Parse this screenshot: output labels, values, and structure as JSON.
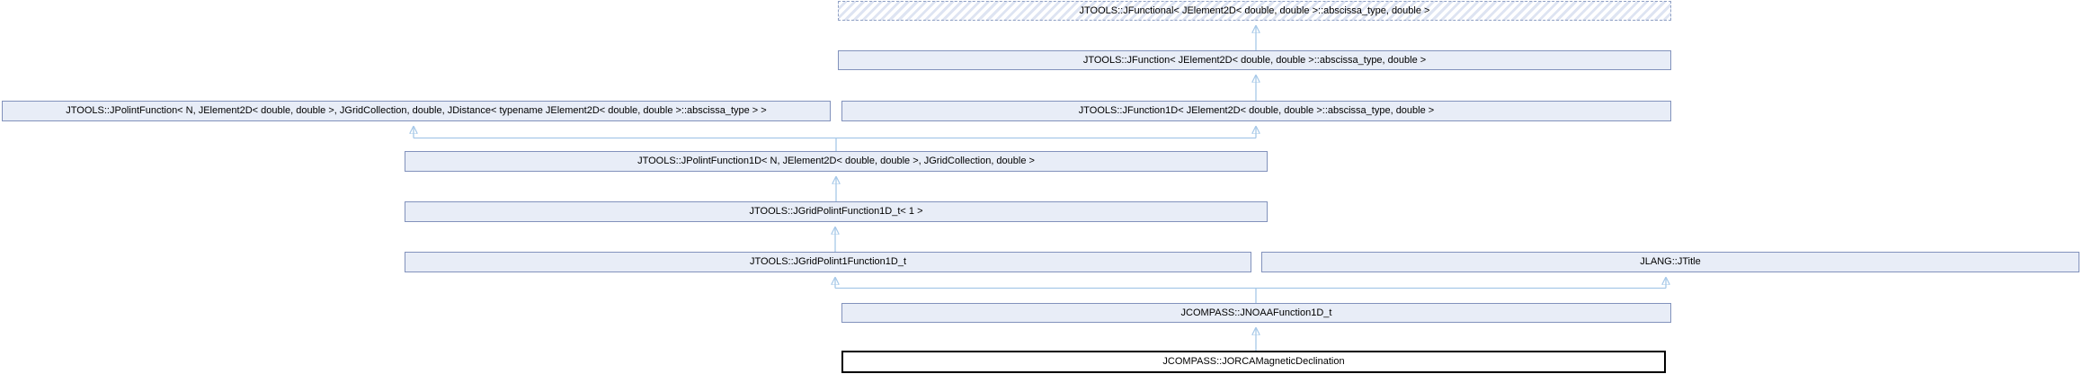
{
  "diagram": {
    "kind": "class-inheritance-graph",
    "colors": {
      "background": "#FFFFFF",
      "node_fill": "#E8EDF7",
      "node_border": "#8292BC",
      "hatch_stripe": "#DEE4F2",
      "edge_arrow": "#A6C8E8",
      "focus_node_border": "#000000",
      "text": "#000000"
    },
    "nodes": [
      {
        "id": "jfunctional",
        "variant": "template-instance",
        "label": "JTOOLS::JFunctional< JElement2D< double, double >::abscissa_type, double >"
      },
      {
        "id": "jfunction",
        "variant": "class",
        "label": "JTOOLS::JFunction< JElement2D< double, double >::abscissa_type, double >"
      },
      {
        "id": "jpolintfunction",
        "variant": "class",
        "label": "JTOOLS::JPolintFunction< N, JElement2D< double, double >, JGridCollection, double, JDistance< typename JElement2D< double, double >::abscissa_type > >"
      },
      {
        "id": "jfunction1d",
        "variant": "class",
        "label": "JTOOLS::JFunction1D< JElement2D< double, double >::abscissa_type, double >"
      },
      {
        "id": "jpolintfunction1d",
        "variant": "class",
        "label": "JTOOLS::JPolintFunction1D< N, JElement2D< double, double >, JGridCollection, double >"
      },
      {
        "id": "jgridpolintfunction1d_t",
        "variant": "class",
        "label": "JTOOLS::JGridPolintFunction1D_t< 1 >"
      },
      {
        "id": "jgridpolint1function1d_t",
        "variant": "class",
        "label": "JTOOLS::JGridPolint1Function1D_t"
      },
      {
        "id": "jtitle",
        "variant": "class",
        "label": "JLANG::JTitle"
      },
      {
        "id": "jnoaafunction1d_t",
        "variant": "class",
        "label": "JCOMPASS::JNOAAFunction1D_t"
      },
      {
        "id": "jorcamagneticdeclination",
        "variant": "focus",
        "label": "JCOMPASS::JORCAMagneticDeclination"
      }
    ],
    "edges": [
      {
        "from": "jfunction",
        "to": "jfunctional",
        "type": "inheritance"
      },
      {
        "from": "jfunction1d",
        "to": "jfunction",
        "type": "inheritance"
      },
      {
        "from": "jpolintfunction1d",
        "to": "jpolintfunction",
        "type": "inheritance"
      },
      {
        "from": "jpolintfunction1d",
        "to": "jfunction1d",
        "type": "inheritance"
      },
      {
        "from": "jgridpolintfunction1d_t",
        "to": "jpolintfunction1d",
        "type": "inheritance"
      },
      {
        "from": "jgridpolint1function1d_t",
        "to": "jgridpolintfunction1d_t",
        "type": "inheritance"
      },
      {
        "from": "jnoaafunction1d_t",
        "to": "jgridpolint1function1d_t",
        "type": "inheritance"
      },
      {
        "from": "jnoaafunction1d_t",
        "to": "jtitle",
        "type": "inheritance"
      },
      {
        "from": "jorcamagneticdeclination",
        "to": "jnoaafunction1d_t",
        "type": "inheritance"
      }
    ]
  }
}
